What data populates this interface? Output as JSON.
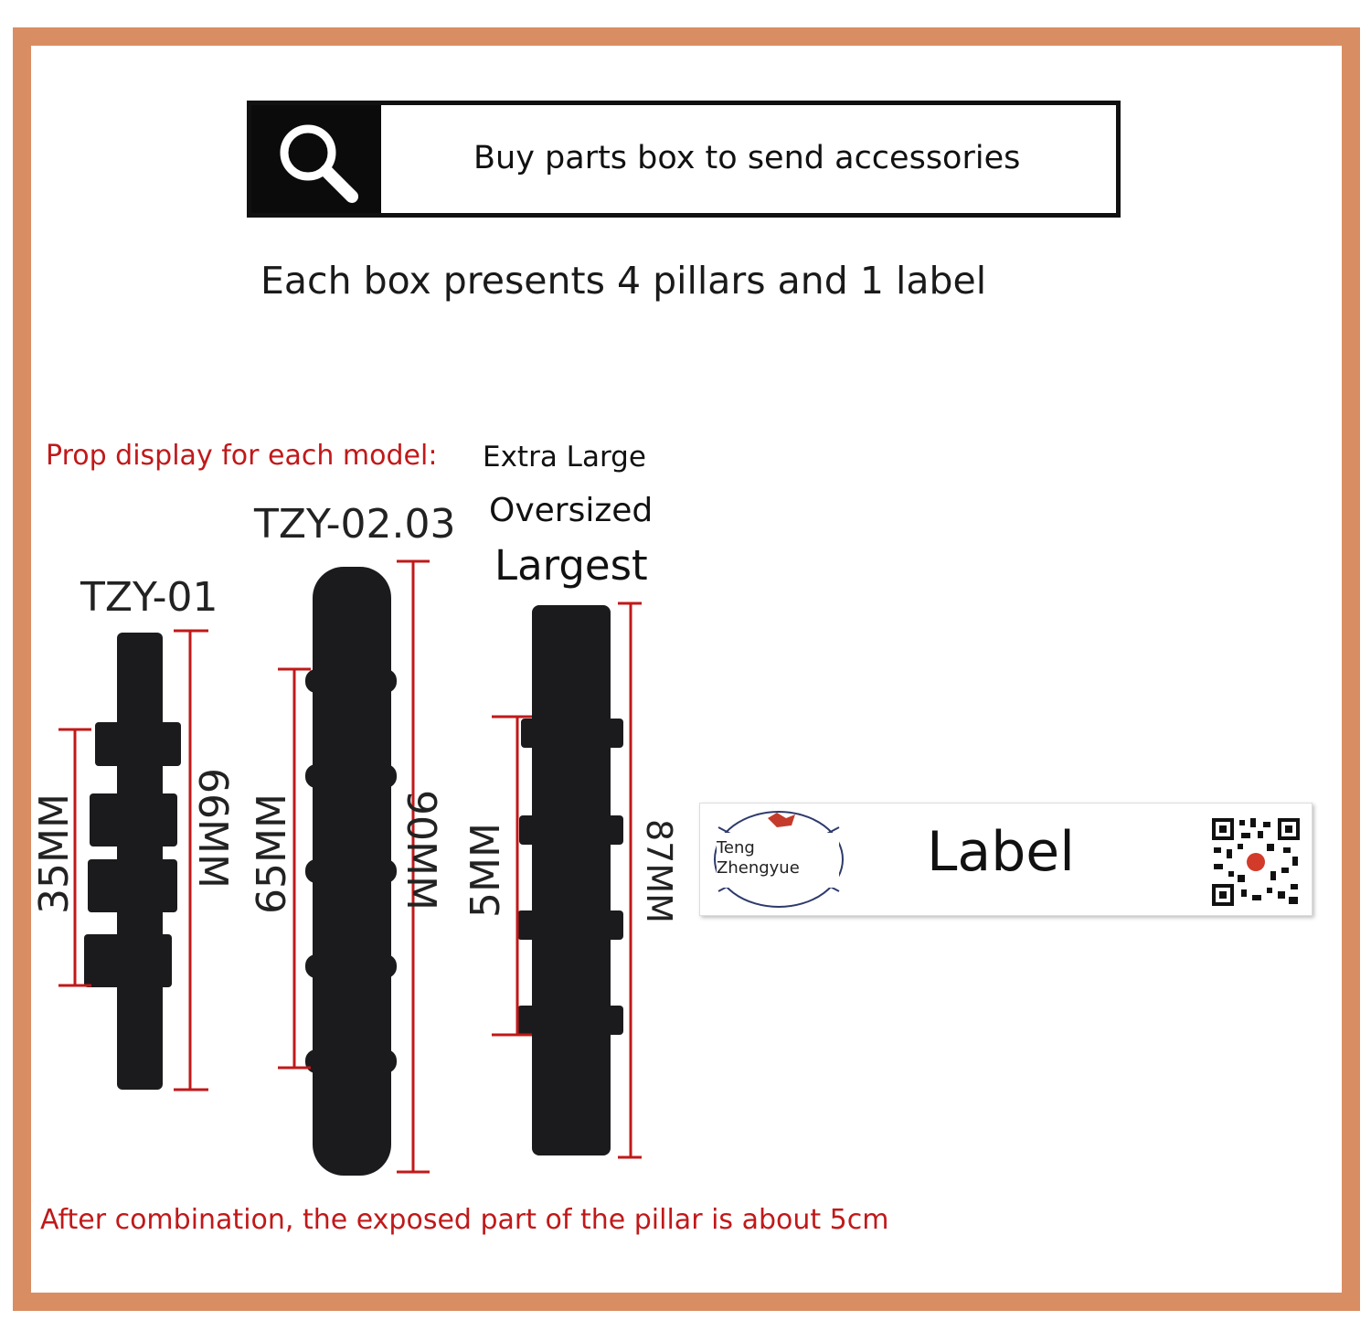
{
  "search": {
    "icon": "search-icon",
    "text": "Buy parts box to send accessories"
  },
  "subtitle": "Each box presents 4 pillars and 1 label",
  "prop_display": {
    "prefix": "Prop display for each model:",
    "sizes": [
      "Extra Large",
      "Oversized",
      "Largest"
    ]
  },
  "models": [
    {
      "name": "TZY-01",
      "dims": [
        "35MM",
        "66MM"
      ]
    },
    {
      "name": "TZY-02.03",
      "dims": [
        "65MM",
        "90MM"
      ]
    },
    {
      "name": "",
      "dims": [
        "5MM",
        "87MM"
      ]
    }
  ],
  "footnote": "After combination, the exposed part of the pillar is about 5cm",
  "label_card": {
    "brand_line1": "Teng",
    "brand_line2": "Zhengyue",
    "title": "Label",
    "qr_icon": "qr-code-icon"
  },
  "colors": {
    "frame": "#d98d62",
    "accent_red": "#c0191a",
    "pillar": "#1b1b1d",
    "dimension_line": "#c0191a"
  }
}
